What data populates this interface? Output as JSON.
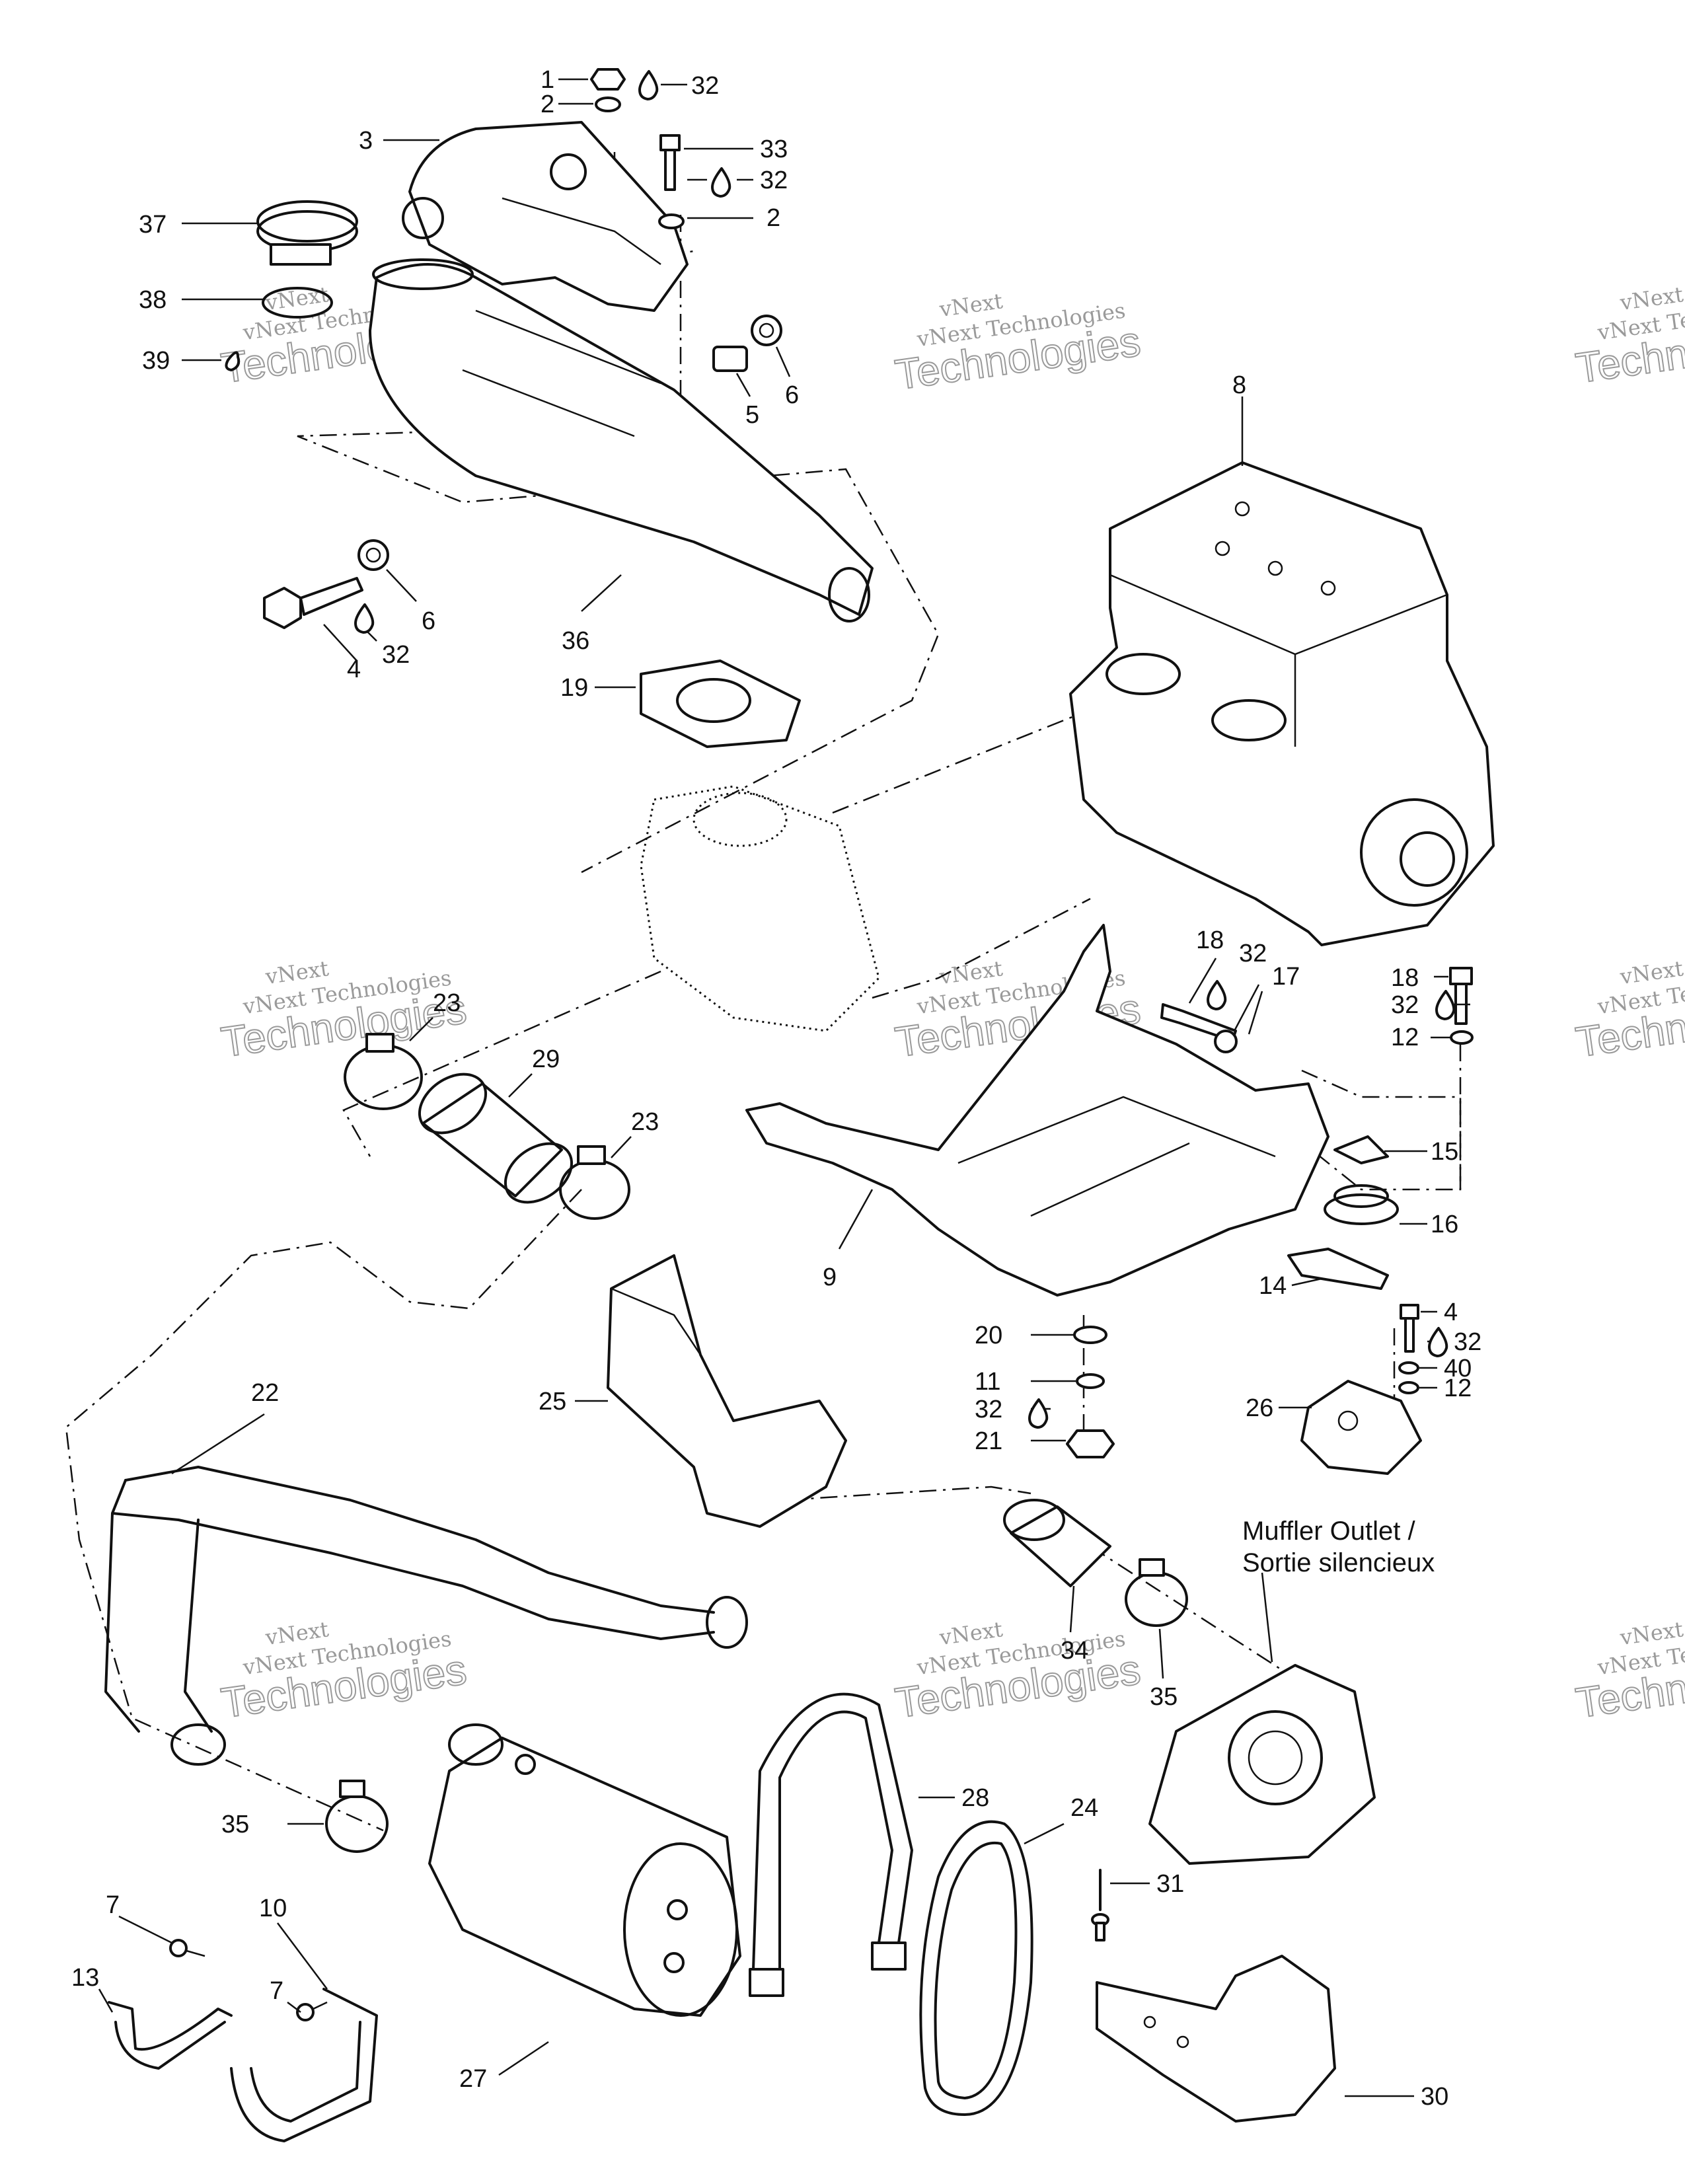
{
  "callouts": [
    {
      "id": "c1",
      "text": "1"
    },
    {
      "id": "c2a",
      "text": "2"
    },
    {
      "id": "c32a",
      "text": "32"
    },
    {
      "id": "c3",
      "text": "3"
    },
    {
      "id": "c33",
      "text": "33"
    },
    {
      "id": "c32b",
      "text": "32"
    },
    {
      "id": "c2b",
      "text": "2"
    },
    {
      "id": "c37",
      "text": "37"
    },
    {
      "id": "c38",
      "text": "38"
    },
    {
      "id": "c39",
      "text": "39"
    },
    {
      "id": "c5",
      "text": "5"
    },
    {
      "id": "c6a",
      "text": "6"
    },
    {
      "id": "c8",
      "text": "8"
    },
    {
      "id": "c6b",
      "text": "6"
    },
    {
      "id": "c4a",
      "text": "4"
    },
    {
      "id": "c32c",
      "text": "32"
    },
    {
      "id": "c36",
      "text": "36"
    },
    {
      "id": "c19",
      "text": "19"
    },
    {
      "id": "c18a",
      "text": "18"
    },
    {
      "id": "c32d",
      "text": "32"
    },
    {
      "id": "c17",
      "text": "17"
    },
    {
      "id": "c18b",
      "text": "18"
    },
    {
      "id": "c32e",
      "text": "32"
    },
    {
      "id": "c12a",
      "text": "12"
    },
    {
      "id": "c23a",
      "text": "23"
    },
    {
      "id": "c29",
      "text": "29"
    },
    {
      "id": "c23b",
      "text": "23"
    },
    {
      "id": "c15",
      "text": "15"
    },
    {
      "id": "c16",
      "text": "16"
    },
    {
      "id": "c9",
      "text": "9"
    },
    {
      "id": "c14",
      "text": "14"
    },
    {
      "id": "c4b",
      "text": "4"
    },
    {
      "id": "c32f",
      "text": "32"
    },
    {
      "id": "c40",
      "text": "40"
    },
    {
      "id": "c12b",
      "text": "12"
    },
    {
      "id": "c26",
      "text": "26"
    },
    {
      "id": "c20",
      "text": "20"
    },
    {
      "id": "c11",
      "text": "11"
    },
    {
      "id": "c32g",
      "text": "32"
    },
    {
      "id": "c21",
      "text": "21"
    },
    {
      "id": "c22",
      "text": "22"
    },
    {
      "id": "c25",
      "text": "25"
    },
    {
      "id": "c34",
      "text": "34"
    },
    {
      "id": "c35a",
      "text": "35"
    },
    {
      "id": "c28",
      "text": "28"
    },
    {
      "id": "c24",
      "text": "24"
    },
    {
      "id": "c35b",
      "text": "35"
    },
    {
      "id": "c31",
      "text": "31"
    },
    {
      "id": "c7a",
      "text": "7"
    },
    {
      "id": "c10",
      "text": "10"
    },
    {
      "id": "c13",
      "text": "13"
    },
    {
      "id": "c7b",
      "text": "7"
    },
    {
      "id": "c27",
      "text": "27"
    },
    {
      "id": "c30",
      "text": "30"
    }
  ],
  "muffler_outlet": {
    "line1": "Muffler Outlet /",
    "line2": "Sortie silencieux"
  },
  "watermark": {
    "brand_top": "vNext",
    "brand_line": "vNext Technologies",
    "brand_big": "Technologies"
  }
}
